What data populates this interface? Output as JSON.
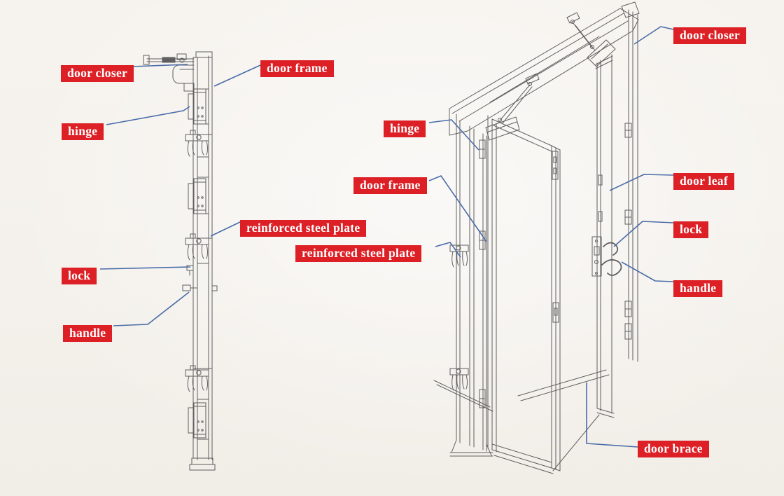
{
  "diagram": {
    "type": "labeled technical illustration of a steel fire door (side profile view and 3D perspective view)",
    "colors": {
      "background": "#f4f1ec",
      "label_background": "#dc2026",
      "label_text": "#ffffff",
      "leader_line": "#4a6ca8",
      "drawing_line": "#5f5f5f"
    },
    "left_view": {
      "name": "door edge profile view",
      "labels": {
        "door_closer": "door closer",
        "hinge": "hinge",
        "door_frame": "door frame",
        "reinforced_steel_plate": "reinforced steel plate",
        "lock": "lock",
        "handle": "handle"
      }
    },
    "right_view": {
      "name": "door assembly perspective view",
      "labels": {
        "door_closer": "door closer",
        "hinge": "hinge",
        "door_frame": "door frame",
        "reinforced_steel_plate": "reinforced steel plate",
        "door_leaf": "door leaf",
        "lock": "lock",
        "handle": "handle",
        "door_brace": "door brace"
      }
    }
  }
}
